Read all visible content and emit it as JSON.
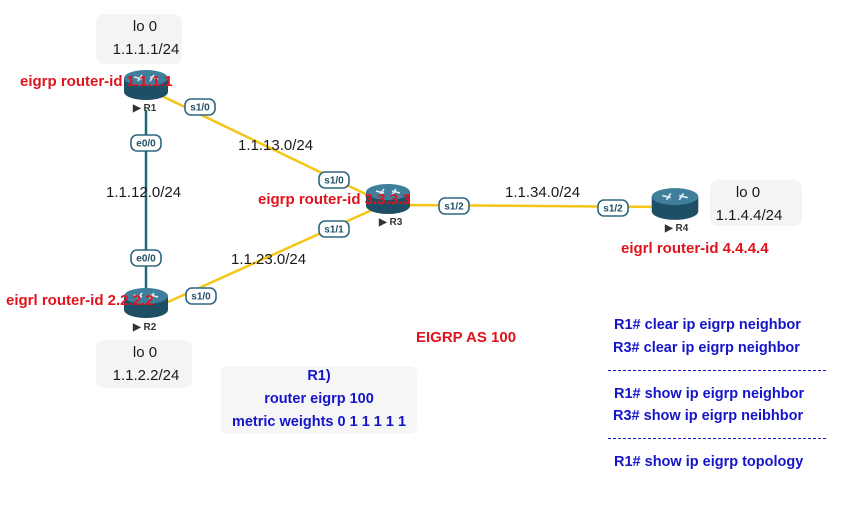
{
  "routers": [
    {
      "id": "r1",
      "name": "R1",
      "loopback_label": "lo 0",
      "loopback_ip": "1.1.1.1/24",
      "router_id_label": "eigrp router-id 1.1.1.1"
    },
    {
      "id": "r2",
      "name": "R2",
      "loopback_label": "lo 0",
      "loopback_ip": "1.1.2.2/24",
      "router_id_label": "eigrl router-id 2.2.2.2"
    },
    {
      "id": "r3",
      "name": "R3",
      "router_id_label": "eigrp router-id 3.3.3.3"
    },
    {
      "id": "r4",
      "name": "R4",
      "loopback_label": "lo 0",
      "loopback_ip": "1.1.4.4/24",
      "router_id_label": "eigrl router-id 4.4.4.4"
    }
  ],
  "links": [
    {
      "subnet": "1.1.12.0/24",
      "color": "#1a6a78",
      "a_iface": "e0/0",
      "b_iface": "e0/0"
    },
    {
      "subnet": "1.1.13.0/24",
      "color": "#f5c518",
      "a_iface": "s1/0",
      "b_iface": "s1/0"
    },
    {
      "subnet": "1.1.23.0/24",
      "color": "#f5c518",
      "a_iface": "s1/0",
      "b_iface": "s1/1"
    },
    {
      "subnet": "1.1.34.0/24",
      "color": "#f5c518",
      "a_iface": "s1/2",
      "b_iface": "s1/2"
    }
  ],
  "as_label": "EIGRP AS 100",
  "config": {
    "title": "R1)",
    "line1": "router eigrp 100",
    "line2": "metric weights 0 1 1 1 1 1"
  },
  "commands": {
    "clear1": "R1# clear ip eigrp neighbor",
    "clear2": "R3# clear ip eigrp neighbor",
    "show1": "R1# show ip eigrp neighbor",
    "show2": "R3# show ip eigrp neibhbor",
    "topology": "R1# show ip eigrp topology"
  },
  "colors": {
    "router_body": "#1f4f66",
    "router_top": "#3f7f9c",
    "iface_badge": "#2f6780",
    "red_text": "#e0141e",
    "blue_text": "#1414c8"
  },
  "icons": {
    "router": "router-icon",
    "play": "play-triangle-icon"
  }
}
